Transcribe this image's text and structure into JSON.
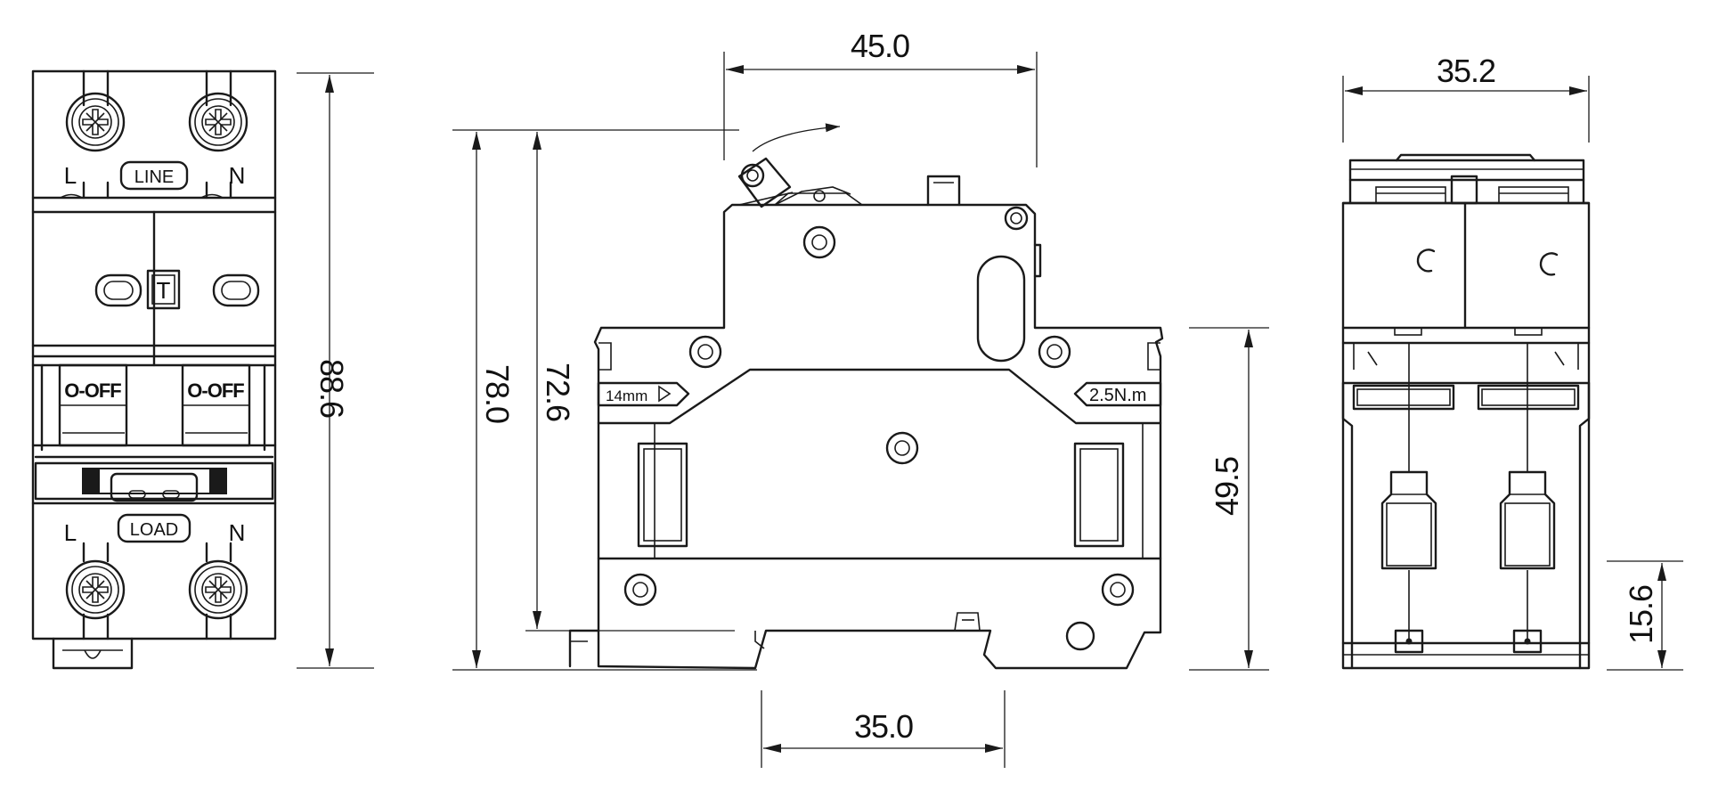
{
  "front_view": {
    "line_terminal_left": "L",
    "line_terminal_right": "N",
    "line_badge": "LINE",
    "test_button": "T",
    "switch_left": "O-OFF",
    "switch_right": "O-OFF",
    "load_terminal_left": "L",
    "load_terminal_right": "N",
    "load_badge": "LOAD",
    "dim_height": "88.6"
  },
  "side_view": {
    "dim_top_width": "45.0",
    "dim_total_height": "78.0",
    "dim_body_height": "72.6",
    "strip_length_label": "14mm",
    "torque_label": "2.5N.m",
    "dim_right_height": "49.5",
    "dim_rail_width": "35.0"
  },
  "end_view": {
    "dim_width": "35.2",
    "dim_lower_height": "15.6"
  },
  "colors": {
    "line": "#1a1a1a",
    "background": "#ffffff"
  }
}
